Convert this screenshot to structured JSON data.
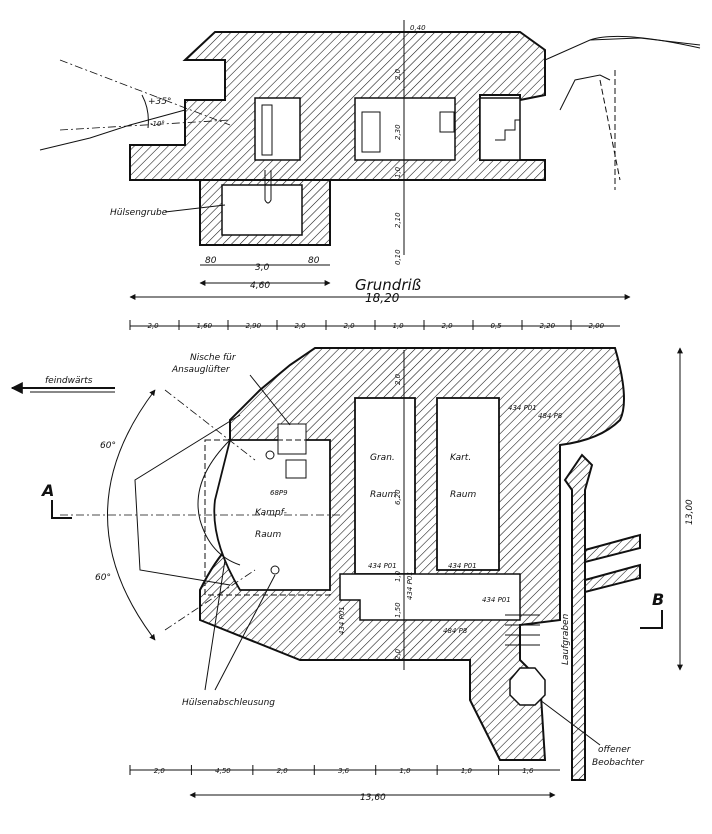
{
  "section": {
    "dims_vertical": [
      "0,40",
      "2,0",
      "2,30",
      "1,0",
      "2,10",
      "0,10"
    ],
    "angles": [
      "+35°",
      "-10°"
    ],
    "labels": {
      "casing_pit": "Hülsengrube"
    },
    "pit_dims": [
      "80",
      "3,0",
      "80"
    ],
    "pit_total": "4,60"
  },
  "plan": {
    "title": "Grundriß",
    "total_width": "18,20",
    "segments": [
      "2,0",
      "1,60",
      "2,90",
      "2,0",
      "2,0",
      "1,0",
      "2,0",
      "0,5",
      "2,20",
      "2,00"
    ],
    "labels": {
      "direction": "feindwärts",
      "niche": [
        "Nische für",
        "Ansauglüfter"
      ],
      "grenade_room": [
        "Gran.",
        "Raum"
      ],
      "cartridge_room": [
        "Kart.",
        "Raum"
      ],
      "combat_room": [
        "Kampf-",
        "Raum"
      ],
      "casing_chute": "Hülsenabschleusung",
      "trench": "Laufgraben",
      "observer": [
        "offener",
        "Beobachter"
      ],
      "gun": "68P9"
    },
    "angles": [
      "60°",
      "60°"
    ],
    "section_marks": [
      "A",
      "B"
    ],
    "dims_vertical": [
      "2,0",
      "6,20",
      "1,0",
      "1,50",
      "2,0"
    ],
    "depth_total": "13,00",
    "bottom_segments": [
      "2,0",
      "4,50",
      "2,0",
      "3,6",
      "1,0",
      "1,0",
      "1,6"
    ],
    "bottom_total": "13,60",
    "door_tags": [
      "434 P01",
      "434 P01",
      "434 P01",
      "434 P01",
      "434 P01",
      "434 P01"
    ],
    "small_tags": [
      "484 P8",
      "484 P8"
    ]
  }
}
